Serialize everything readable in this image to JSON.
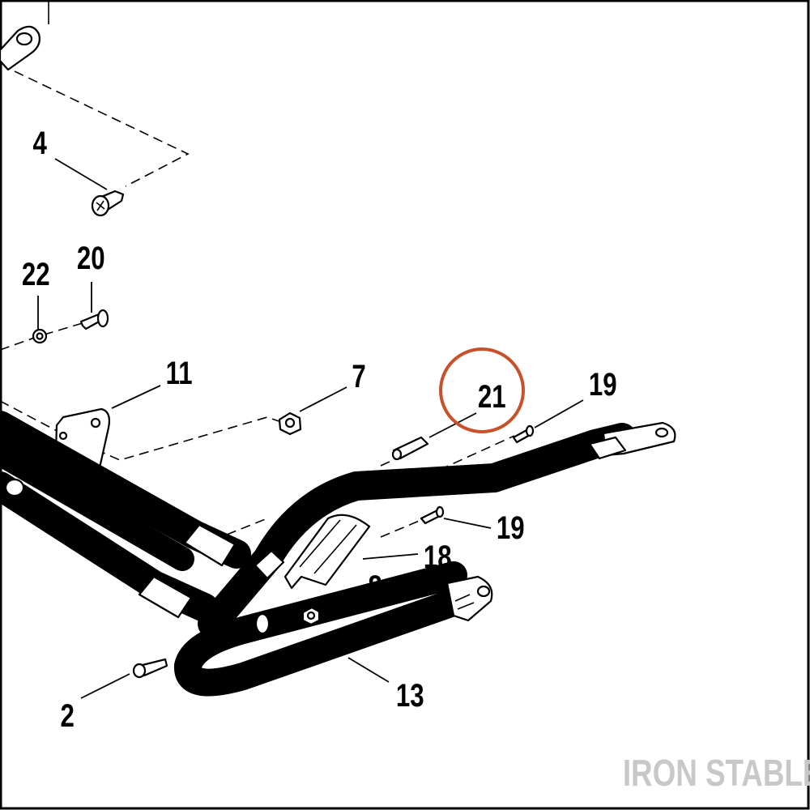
{
  "callouts": {
    "c2": "2",
    "c4": "4",
    "c7": "7",
    "c8": "8",
    "c11": "11",
    "c13": "13",
    "c18": "18",
    "c19a": "19",
    "c19b": "19",
    "c20": "20",
    "c21": "21",
    "c22": "22"
  },
  "watermark": "IRON STABLE",
  "colors": {
    "highlight": "#c8502a",
    "line": "#000000",
    "watermark": "#c8c8c8"
  }
}
